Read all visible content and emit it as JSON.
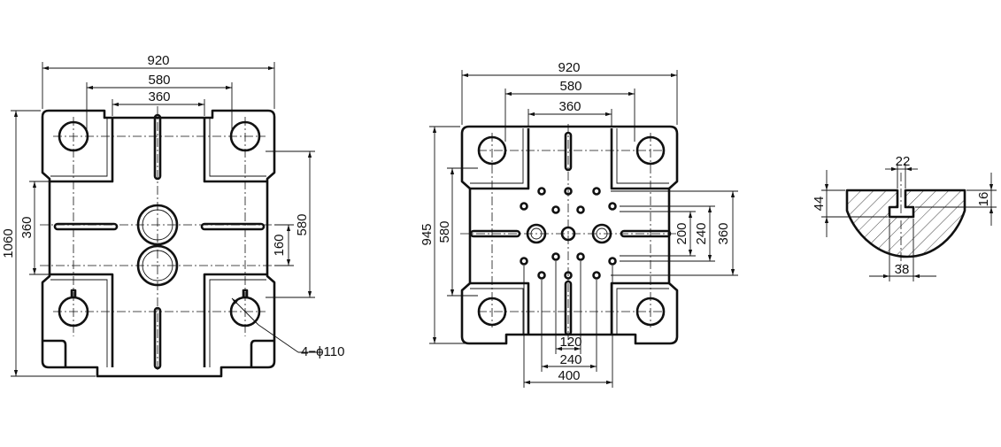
{
  "drawing": {
    "left_view": {
      "dim_overall_width": "920",
      "dim_mid_width": "580",
      "dim_inner_width": "360",
      "dim_overall_height": "1060",
      "dim_left_vertical": "360",
      "dim_center_spacing": "160",
      "dim_right_vertical": "580",
      "hole_callout": "4−ϕ110"
    },
    "middle_view": {
      "dim_overall_width": "920",
      "dim_mid_width": "580",
      "dim_inner_width": "360",
      "dim_overall_height": "945",
      "dim_left_vertical": "580",
      "dim_right_200": "200",
      "dim_right_240": "240",
      "dim_right_360": "360",
      "dim_bottom_120": "120",
      "dim_bottom_240": "240",
      "dim_bottom_400": "400"
    },
    "section_view": {
      "dim_slot_width": "22",
      "dim_height": "44",
      "dim_depth": "16",
      "dim_bottom_width": "38"
    }
  }
}
